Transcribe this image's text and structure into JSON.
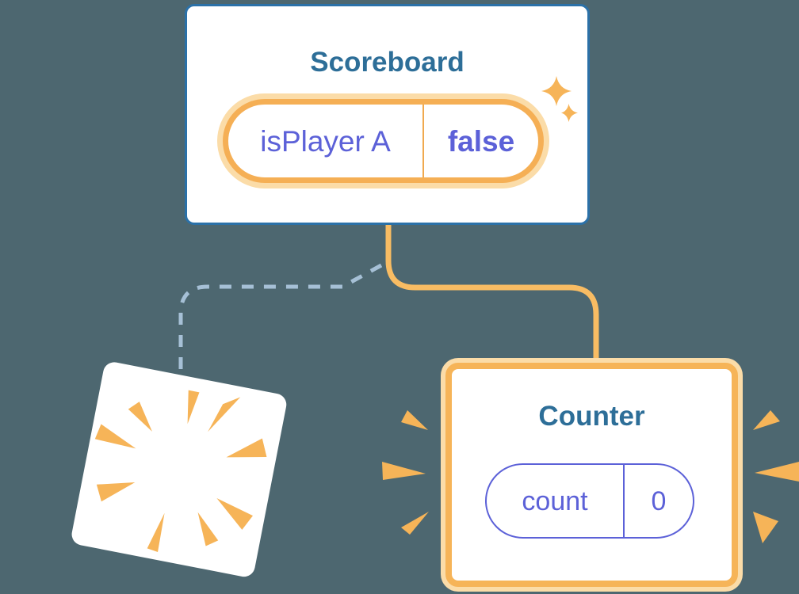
{
  "diagram": {
    "type": "react-component-state-tree",
    "scoreboard": {
      "title": "Scoreboard",
      "state_pill": {
        "label": "isPlayer A",
        "value": "false"
      }
    },
    "counter": {
      "title": "Counter",
      "state_pill": {
        "label": "count",
        "value": "0"
      }
    },
    "destroyed_component": {
      "icon": "poof-burst-icon",
      "connector_style": "dashed"
    },
    "icons": {
      "sparkles": "sparkles-icon",
      "poof": "poof-burst-icon",
      "emphasis_left": "emphasis-rays-left-icon",
      "emphasis_right": "emphasis-rays-right-icon"
    }
  },
  "colors": {
    "background": "#4D6770",
    "card_border_blue": "#2B71A8",
    "title_blue": "#2D6E98",
    "state_purple": "#5C61D8",
    "orange": "#F6B458",
    "orange_light": "#FBDCA8",
    "pill_border_orange": "#F5AF55",
    "divider_orange": "#F0A94F",
    "connector_orange": "#F8BC63",
    "dashed_blue": "#A6C0D6",
    "card_fill": "#FFFFFF"
  }
}
